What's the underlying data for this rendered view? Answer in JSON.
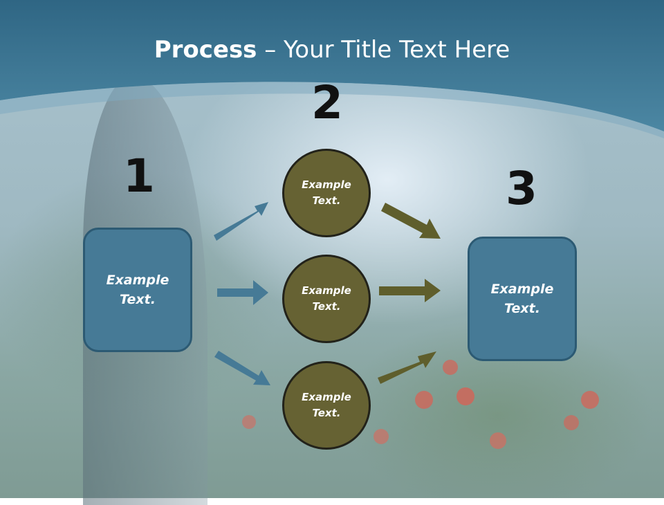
{
  "slide": {
    "title_bold": "Process",
    "title_rest": " – Your Title Text Here"
  },
  "steps": {
    "num_1": "1",
    "num_2": "2",
    "num_3": "3"
  },
  "nodes": {
    "left_box": "Example\nText.",
    "circle_top": "Example\nText.",
    "circle_mid": "Example\nText.",
    "circle_bottom": "Example\nText.",
    "right_box": "Example\nText."
  },
  "colors": {
    "box_fill": "#467a96",
    "circle_fill": "#666233",
    "blue_arrow": "#467a96",
    "olive_arrow": "#5f5e2c",
    "header": "#3f7590"
  }
}
